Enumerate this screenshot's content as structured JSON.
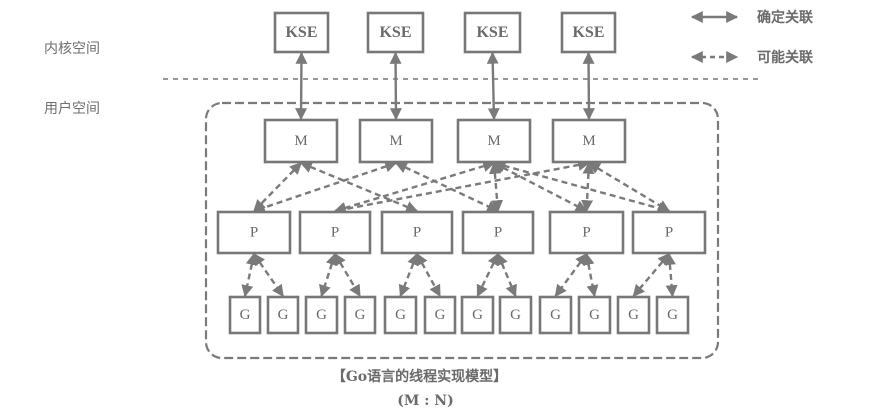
{
  "regions": {
    "kernel_space": "内核空间",
    "user_space": "用户空间"
  },
  "legend": {
    "definite": "确定关联",
    "possible": "可能关联"
  },
  "nodes": {
    "kse": [
      "KSE",
      "KSE",
      "KSE",
      "KSE"
    ],
    "m": [
      "M",
      "M",
      "M",
      "M"
    ],
    "p": [
      "P",
      "P",
      "P",
      "P",
      "P",
      "P"
    ],
    "g": [
      "G",
      "G",
      "G",
      "G",
      "G",
      "G",
      "G",
      "G",
      "G",
      "G",
      "G",
      "G"
    ]
  },
  "edges": {
    "kse_m": [
      [
        0,
        0
      ],
      [
        1,
        1
      ],
      [
        2,
        2
      ],
      [
        3,
        3
      ]
    ],
    "m_p": [
      [
        0,
        0
      ],
      [
        0,
        2
      ],
      [
        1,
        0
      ],
      [
        1,
        3
      ],
      [
        2,
        1
      ],
      [
        2,
        3
      ],
      [
        2,
        4
      ],
      [
        2,
        5
      ],
      [
        3,
        1
      ],
      [
        3,
        4
      ],
      [
        3,
        5
      ]
    ],
    "p_g": [
      [
        0,
        0
      ],
      [
        0,
        1
      ],
      [
        1,
        2
      ],
      [
        1,
        3
      ],
      [
        2,
        4
      ],
      [
        2,
        5
      ],
      [
        3,
        6
      ],
      [
        3,
        7
      ],
      [
        4,
        8
      ],
      [
        4,
        9
      ],
      [
        5,
        10
      ],
      [
        5,
        11
      ]
    ]
  },
  "caption": {
    "title": "【Go语言的线程实现模型】",
    "ratio": "(M : N)"
  }
}
